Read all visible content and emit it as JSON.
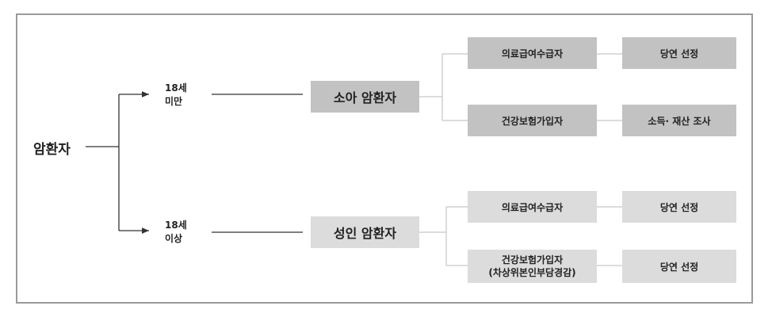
{
  "root": {
    "label": "암환자"
  },
  "branches": [
    {
      "age_line1": "18세",
      "age_line2": "미만",
      "group": "소아 암환자",
      "rows": [
        {
          "category": "의료급여수급자",
          "category_note": "",
          "result": "당연 선정"
        },
        {
          "category": "건강보험가입자",
          "category_note": "",
          "result": "소득· 재산 조사"
        }
      ]
    },
    {
      "age_line1": "18세",
      "age_line2": "이상",
      "group": "성인 암환자",
      "rows": [
        {
          "category": "의료급여수급자",
          "category_note": "",
          "result": "당연 선정"
        },
        {
          "category": "건강보험가입자",
          "category_note": "(차상위본인부담경감)",
          "result": "당연 선정"
        }
      ]
    }
  ]
}
